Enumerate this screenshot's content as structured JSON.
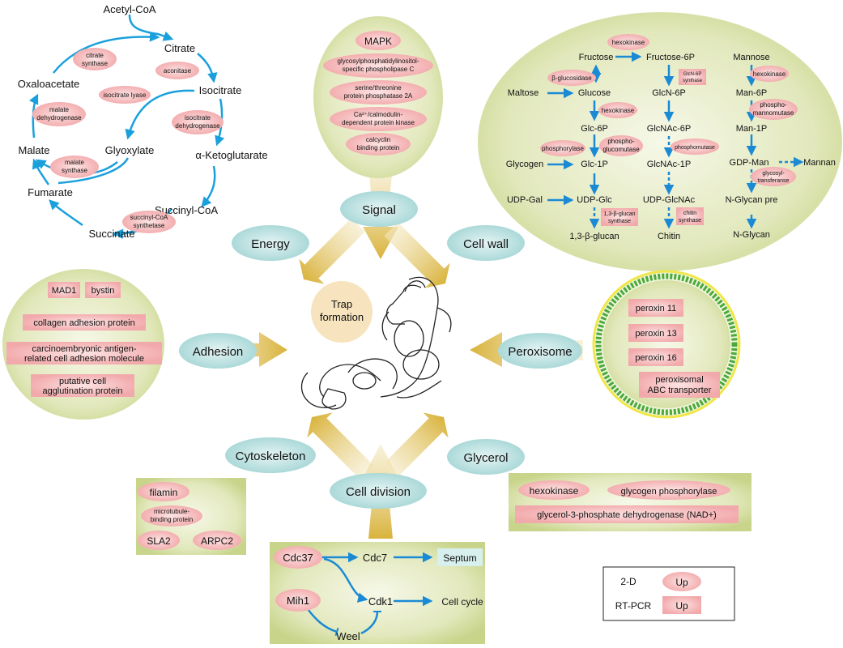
{
  "center": {
    "label_line1": "Trap",
    "label_line2": "formation"
  },
  "categories": {
    "energy": "Energy",
    "signal": "Signal",
    "cell_wall": "Cell wall",
    "adhesion": "Adhesion",
    "peroxisome": "Peroxisome",
    "cytoskeleton": "Cytoskeleton",
    "cell_division": "Cell division",
    "glycerol": "Glycerol"
  },
  "tca": {
    "metabolites": {
      "acetylcoa": "Acetyl-CoA",
      "citrate": "Citrate",
      "isocitrate": "Isocitrate",
      "akg": "α-Ketoglutarate",
      "succinylcoa": "Succinyl-CoA",
      "succinate": "Succinate",
      "fumarate": "Fumarate",
      "malate": "Malate",
      "oxaloacetate": "Oxaloacetate",
      "glyoxylate": "Glyoxylate"
    },
    "enzymes": {
      "citrate_synthase_1": "citrate",
      "citrate_synthase_2": "synthase",
      "aconitase": "aconitase",
      "isocitrate_lyase": "isocitrate lyase",
      "icdh_1": "isocitrate",
      "icdh_2": "dehydrogenase",
      "mdh_1": "malate",
      "mdh_2": "dehydrogenase",
      "ms_1": "malate",
      "ms_2": "synthase",
      "scs_1": "succinyl-CoA",
      "scs_2": "synthetase"
    }
  },
  "signal": {
    "items": {
      "mapk": "MAPK",
      "gpi_1": "glycosylphosphatidylinositol-",
      "gpi_2": "specific phospholipase C",
      "pp2a_1": "serine/threonine",
      "pp2a_2": "protein phosphatase 2A",
      "camk_1": "Ca²⁺/calmodulin-",
      "camk_2": "dependent protein kinase",
      "calcyclin_1": "calcyclin",
      "calcyclin_2": "binding protein"
    }
  },
  "cellwall": {
    "metabolites": {
      "fructose": "Fructose",
      "fructose6p": "Fructose-6P",
      "mannose": "Mannose",
      "maltose": "Maltose",
      "glucose": "Glucose",
      "glcn6p": "GlcN-6P",
      "man6p": "Man-6P",
      "glc6p": "Glc-6P",
      "glcnac6p": "GlcNAc-6P",
      "man1p": "Man-1P",
      "glycogen": "Glycogen",
      "glc1p": "Glc-1P",
      "glcnac1p": "GlcNAc-1P",
      "gdpman": "GDP-Man",
      "mannan": "Mannan",
      "udpgal": "UDP-Gal",
      "udpglc": "UDP-Glc",
      "udpglcnac": "UDP-GlcNAc",
      "nglycanpre": "N-Glycan pre",
      "glucan": "1,3-β-glucan",
      "chitin": "Chitin",
      "nglycan": "N-Glycan"
    },
    "enzymes": {
      "hexokinase_top": "hexokinase",
      "bglucosidase": "β-glucosidase",
      "hexokinase_mid": "hexokinase",
      "glcn6p_synthase_1": "GlcN-6P",
      "glcn6p_synthase_2": "synthase",
      "hexokinase_man": "hexokinase",
      "pmm_1": "phospho-",
      "pmm_2": "mannomutase",
      "phosphorylase": "phosphorylase",
      "pgm_1": "phospho-",
      "pgm_2": "glucomutase",
      "phosphomutase": "phosphomutase",
      "gt_1": "glycosyl-",
      "gt_2": "transferanse",
      "glucan_synthase_1": "1,3-β-glucan",
      "glucan_synthase_2": "synthase",
      "chitin_synthase_1": "chitin",
      "chitin_synthase_2": "synthase"
    }
  },
  "adhesion": {
    "items": {
      "mad1": "MAD1",
      "bystin": "bystin",
      "collagen": "collagen adhesion protein",
      "cea_1": "carcinoembryonic antigen-",
      "cea_2": "related cell adhesion molecule",
      "agg_1": "putative cell",
      "agg_2": "agglutination protein"
    }
  },
  "peroxisome": {
    "items": {
      "pex11": "peroxin 11",
      "pex13": "peroxin 13",
      "pex16": "peroxin 16",
      "abc_1": "peroxisomal",
      "abc_2": "ABC transporter"
    }
  },
  "cytoskeleton": {
    "items": {
      "filamin": "filamin",
      "mtb_1": "microtubule-",
      "mtb_2": "binding protein",
      "sla2": "SLA2",
      "arpc2": "ARPC2"
    }
  },
  "glycerol": {
    "items": {
      "hexokinase": "hexokinase",
      "glycogen_phosphorylase": "glycogen phosphorylase",
      "g3pdh": "glycerol-3-phosphate dehydrogenase (NAD+)"
    }
  },
  "celldivision": {
    "items": {
      "cdc37": "Cdc37",
      "cdc7": "Cdc7",
      "septum": "Septum",
      "mih1": "Mih1",
      "cdk1": "Cdk1",
      "cellcycle": "Cell cycle",
      "weel": "Weel"
    }
  },
  "legend": {
    "twod": "2-D",
    "rtpcr": "RT-PCR",
    "up_oval": "Up",
    "up_rect": "Up"
  },
  "colors": {
    "oval_pink": "#f7c6c6",
    "rect_pink": "#f7c2c4",
    "teal": "#bfe3e3",
    "green_panel": "#d9e1a8",
    "arrow_blue": "#1a8ad4",
    "tca_blue": "#1aa0dc",
    "gold": "#d9b33c"
  }
}
